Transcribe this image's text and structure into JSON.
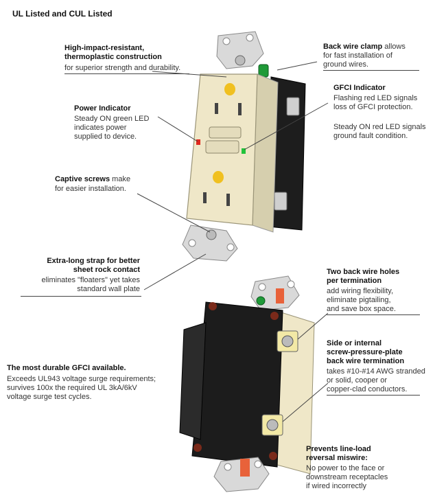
{
  "title": "UL Listed and CUL Listed",
  "callouts": {
    "construction": {
      "head1": "High-impact-resistant,",
      "head2": "thermoplastic construction",
      "body": "for superior strength and durability."
    },
    "power": {
      "head": "Power Indicator",
      "body1": "Steady ON green LED",
      "body2": "indicates power",
      "body3": "supplied to device."
    },
    "screws": {
      "head": "Captive screws",
      "tail": " make",
      "body": "for easier installation."
    },
    "strap": {
      "head1": "Extra-long strap for better",
      "head2": "sheet rock contact",
      "body1": "eliminates \"floaters\" yet takes",
      "body2": "standard wall plate"
    },
    "clamp": {
      "head": "Back wire clamp",
      "tail": " allows",
      "body1": "for fast installation of",
      "body2": "ground wires."
    },
    "gfci": {
      "head": "GFCI Indicator",
      "body1": "Flashing red LED signals",
      "body2": "loss of GFCI protection.",
      "body3": "Steady ON red LED signals",
      "body4": "ground fault condition."
    },
    "holes": {
      "head1": "Two back wire holes",
      "head2": "per termination",
      "body1": "add wiring flexibility,",
      "body2": "eliminate pigtailing,",
      "body3": "and save box space."
    },
    "side": {
      "head1": "Side or internal",
      "head2": "screw-pressure-plate",
      "head3": "back wire termination",
      "body1": "takes #10-#14 AWG stranded",
      "body2": "or solid, cooper or",
      "body3": "copper-clad conductors."
    },
    "durable": {
      "head": "The most durable GFCI available.",
      "body1": "Exceeds UL943 voltage surge requirements;",
      "body2": "survives 100x the required UL 3kA/6kV",
      "body3": "voltage surge test cycles."
    },
    "reversal": {
      "head1": "Prevents line-load",
      "head2": "reversal miswire:",
      "body1": "No power to the face or",
      "body2": "downstream receptacles",
      "body3": "if wired incorrectly"
    }
  },
  "colors": {
    "face": "#efe7c8",
    "body": "#1e1e1e",
    "strap": "#d8d8d8",
    "green_led": "#22c33a",
    "red_led": "#e0281e",
    "amber": "#f0c020",
    "orange": "#e8623a"
  }
}
